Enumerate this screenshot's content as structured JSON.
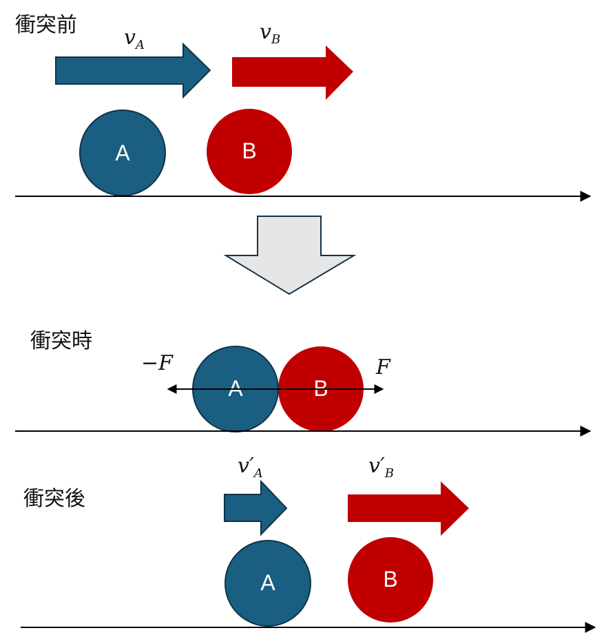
{
  "colors": {
    "ball_a": "#1a5e82",
    "ball_a_stroke": "#0f3347",
    "ball_b": "#c00000",
    "transition_arrow": "#e6e6e6",
    "axis": "#000000"
  },
  "stages": {
    "before": {
      "title": "衝突前",
      "label_va": {
        "main": "v",
        "sub": "A"
      },
      "label_vb": {
        "main": "v",
        "sub": "B"
      },
      "ball_a": "A",
      "ball_b": "B"
    },
    "during": {
      "title": "衝突時",
      "force_left": "−F",
      "force_right": "F",
      "ball_a": "A",
      "ball_b": "B"
    },
    "after": {
      "title": "衝突後",
      "label_va": {
        "main": "v′",
        "sub": "A"
      },
      "label_vb": {
        "main": "v′",
        "sub": "B"
      },
      "ball_a": "A",
      "ball_b": "B"
    }
  },
  "icons": {
    "transition": "down-arrow-icon",
    "velocity": "right-arrow-icon"
  }
}
